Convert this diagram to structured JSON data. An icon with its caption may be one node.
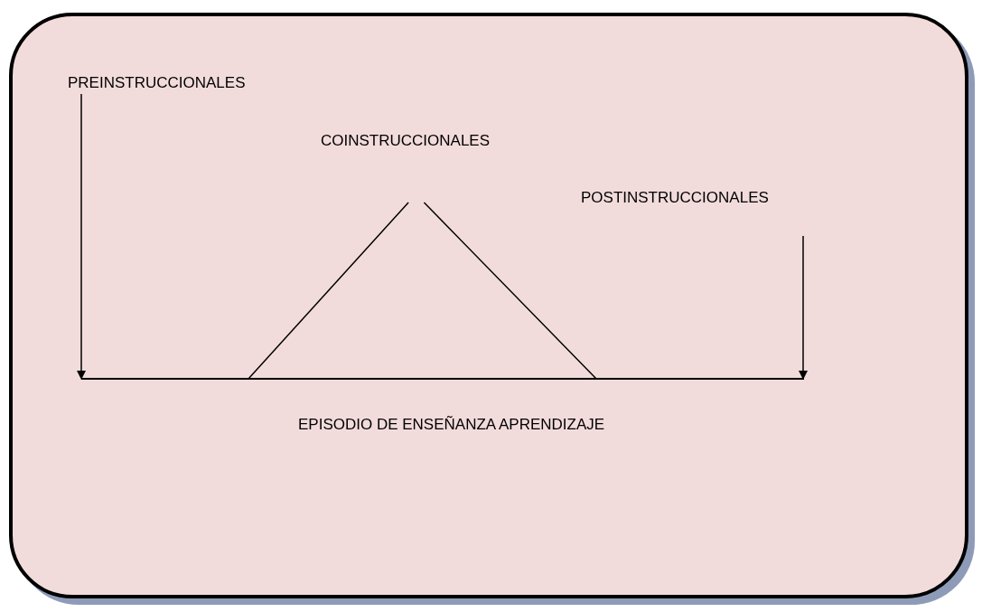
{
  "diagram": {
    "nodes": [
      {
        "text": [],
        "shape": "box"
      },
      {
        "text": [
          "PREINSTRUCCIONALES"
        ],
        "in": 0
      },
      {
        "text": [
          "COINSTRUCCIONALES"
        ],
        "in": 0
      },
      {
        "text": [
          "POSTINSTRUCCIONALES"
        ],
        "in": 0
      },
      {
        "text": [],
        "shape": "triangle",
        "in": 0
      },
      {
        "text": [],
        "shape": "bar",
        "in": 0
      }
    ],
    "edges": [
      {
        "from": 1,
        "to": 5,
        "arrow": "to"
      },
      {
        "from": 3,
        "to": 5,
        "arrow": "to"
      }
    ],
    "labels": [
      "EPISODIO DE ENSEÑANZA APRENDIZAJE"
    ]
  }
}
